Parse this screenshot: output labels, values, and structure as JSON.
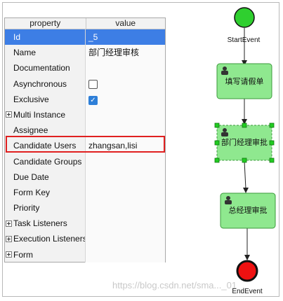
{
  "grid": {
    "header": {
      "property": "property",
      "value": "value"
    },
    "rows": [
      {
        "key": "Id",
        "value": "_5",
        "selected": true
      },
      {
        "key": "Name",
        "value": "部门经理审核"
      },
      {
        "key": "Documentation",
        "value": ""
      },
      {
        "key": "Asynchronous",
        "value": "",
        "checkbox": false
      },
      {
        "key": "Exclusive",
        "value": "",
        "checkbox": true
      },
      {
        "key": "Multi Instance",
        "value": "",
        "expandable": true
      },
      {
        "key": "Assignee",
        "value": ""
      },
      {
        "key": "Candidate Users",
        "value": "zhangsan,lisi",
        "highlighted": true
      },
      {
        "key": "Candidate Groups",
        "value": ""
      },
      {
        "key": "Due Date",
        "value": ""
      },
      {
        "key": "Form Key",
        "value": ""
      },
      {
        "key": "Priority",
        "value": ""
      },
      {
        "key": "Task Listeners",
        "value": "",
        "expandable": true
      },
      {
        "key": "Execution Listeners",
        "value": "",
        "expandable": true
      },
      {
        "key": "Form",
        "value": "",
        "expandable": true
      }
    ]
  },
  "diagram": {
    "start_label": "StartEvent",
    "end_label": "EndEvent",
    "tasks": [
      {
        "label": "填写请假单",
        "selected": false
      },
      {
        "label": "部门经理审批",
        "selected": true
      },
      {
        "label": "总经理审批",
        "selected": false
      }
    ],
    "icons": {
      "task": "user-task-icon"
    },
    "colors": {
      "start": "#2fcf2f",
      "end": "#ee1111",
      "task_fill": "#8fe88f",
      "task_border": "#3b9a3b"
    }
  },
  "watermark": "https://blog.csdn.net/sma..._01"
}
